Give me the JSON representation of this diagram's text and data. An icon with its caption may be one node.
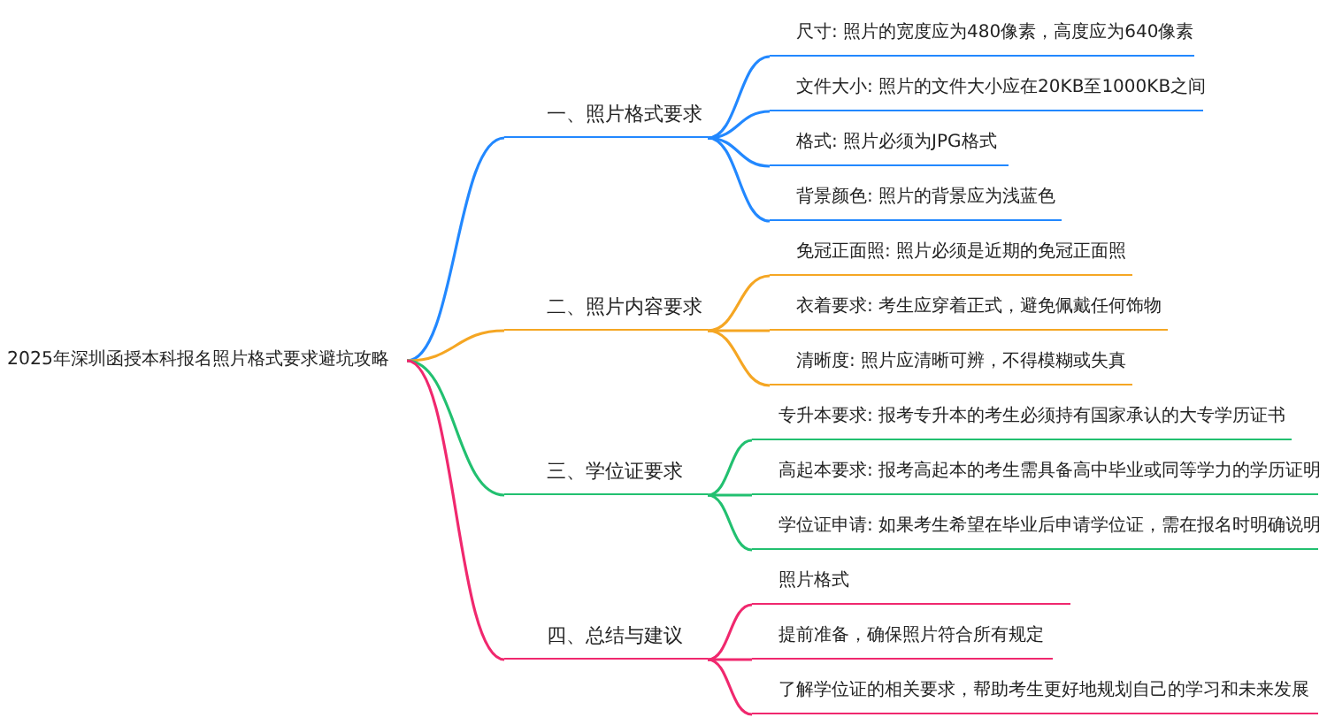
{
  "diagram": {
    "nodes": [
      {
        "text": [
          "2025年深圳函授本科报名照片格式要求避坑攻略"
        ]
      },
      {
        "text": [
          "一、照片格式要求"
        ]
      },
      {
        "text": [
          "尺寸: 照片的宽度应为480像素，高度应为640像素"
        ]
      },
      {
        "text": [
          "文件大小: 照片的文件大小应在20KB至1000KB之间"
        ]
      },
      {
        "text": [
          "格式: 照片必须为JPG格式"
        ]
      },
      {
        "text": [
          "背景颜色: 照片的背景应为浅蓝色"
        ]
      },
      {
        "text": [
          "二、照片内容要求"
        ]
      },
      {
        "text": [
          "免冠正面照: 照片必须是近期的免冠正面照"
        ]
      },
      {
        "text": [
          "衣着要求: 考生应穿着正式，避免佩戴任何饰物"
        ]
      },
      {
        "text": [
          "清晰度: 照片应清晰可辨，不得模糊或失真"
        ]
      },
      {
        "text": [
          "三、学位证要求"
        ]
      },
      {
        "text": [
          "专升本要求: 报考专升本的考生必须持有国家承认的大专学历证书"
        ]
      },
      {
        "text": [
          "高起本要求: 报考高起本的考生需具备高中毕业或同等学力的学历证明"
        ]
      },
      {
        "text": [
          "学位证申请: 如果考生希望在毕业后申请学位证，需在报名时明确说明"
        ]
      },
      {
        "text": [
          "四、总结与建议"
        ]
      },
      {
        "text": [
          "照片格式"
        ]
      },
      {
        "text": [
          "提前准备，确保照片符合所有规定"
        ]
      },
      {
        "text": [
          "了解学位证的相关要求，帮助考生更好地规划自己的学习和未来发展"
        ]
      }
    ],
    "edges": [
      {
        "from": 0,
        "to": 1,
        "arrow": "none",
        "color": "#2288ff"
      },
      {
        "from": 1,
        "to": 2,
        "arrow": "none",
        "color": "#2288ff"
      },
      {
        "from": 1,
        "to": 3,
        "arrow": "none",
        "color": "#2288ff"
      },
      {
        "from": 1,
        "to": 4,
        "arrow": "none",
        "color": "#2288ff"
      },
      {
        "from": 1,
        "to": 5,
        "arrow": "none",
        "color": "#2288ff"
      },
      {
        "from": 0,
        "to": 6,
        "arrow": "none",
        "color": "#f5a623"
      },
      {
        "from": 6,
        "to": 7,
        "arrow": "none",
        "color": "#f5a623"
      },
      {
        "from": 6,
        "to": 8,
        "arrow": "none",
        "color": "#f5a623"
      },
      {
        "from": 6,
        "to": 9,
        "arrow": "none",
        "color": "#f5a623"
      },
      {
        "from": 0,
        "to": 10,
        "arrow": "none",
        "color": "#22c070"
      },
      {
        "from": 10,
        "to": 11,
        "arrow": "none",
        "color": "#22c070"
      },
      {
        "from": 10,
        "to": 12,
        "arrow": "none",
        "color": "#22c070"
      },
      {
        "from": 10,
        "to": 13,
        "arrow": "none",
        "color": "#22c070"
      },
      {
        "from": 0,
        "to": 14,
        "arrow": "none",
        "color": "#f0286e"
      },
      {
        "from": 14,
        "to": 15,
        "arrow": "none",
        "color": "#f0286e"
      },
      {
        "from": 14,
        "to": 16,
        "arrow": "none",
        "color": "#f0286e"
      },
      {
        "from": 14,
        "to": 17,
        "arrow": "none",
        "color": "#f0286e"
      }
    ]
  }
}
